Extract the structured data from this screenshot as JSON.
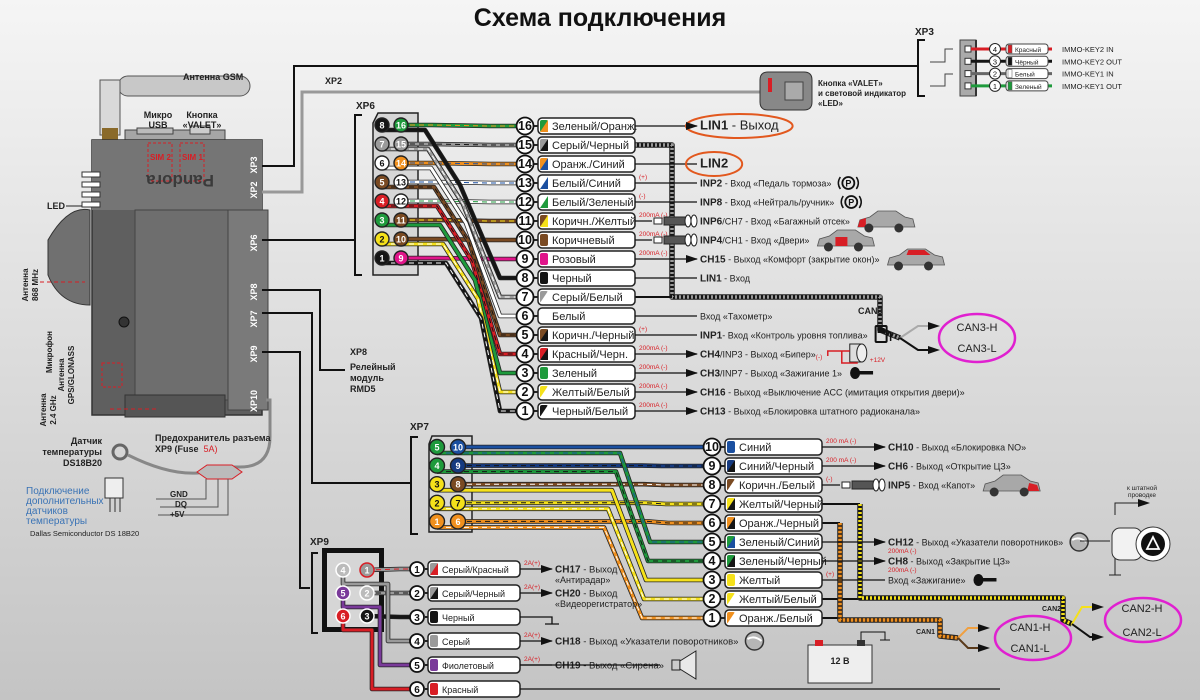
{
  "title": "Схема подключения",
  "device": {
    "gsm": "Антенна GSM",
    "usb": [
      "Микро",
      "USB"
    ],
    "valet": [
      "Кнопка",
      "«VALET»"
    ],
    "sim2": "SIM 2",
    "sim1": "SIM 1",
    "brand": "Pandora",
    "xp3": "XP3",
    "xp2": "XP2",
    "xp6": "XP6",
    "xp8": "XP8",
    "xp7": "XP7",
    "xp9": "XP9",
    "xp10": "XP10",
    "led": "LED",
    "ant868": [
      "Антенна",
      "868 MHz"
    ],
    "mic": "Микрофон",
    "gps": [
      "Антенна",
      "GPS/GLONASS"
    ],
    "ant24": [
      "Антенна",
      "2.4 GHz"
    ],
    "temp_sensor": [
      "Датчик",
      "температуры",
      "DS18B20"
    ],
    "fuse": [
      "Предохранитель разъема",
      "XP9 (Fuse",
      "5A)"
    ],
    "extra_sensors": [
      "Подключение",
      "дополнительных",
      "датчиков",
      "температуры"
    ],
    "dallas": "Dallas Semiconductor  DS 18B20",
    "gnd": "GND",
    "dq": "DQ",
    "v5": "+5V"
  },
  "xp2_label": "XP2",
  "valet_unit": [
    "Кнопка «VALET»",
    "и световой индикатор",
    "«LED»"
  ],
  "xp8": {
    "label": "XP8",
    "module": [
      "Релейный",
      "модуль",
      "RMD5"
    ]
  },
  "xp3": {
    "label": "XP3",
    "rows": [
      {
        "n": 4,
        "label": "Красный",
        "c1": "#d81e25",
        "signal": "IMMO-KEY2 IN"
      },
      {
        "n": 3,
        "label": "Чёрный",
        "c1": "#151515",
        "signal": "IMMO-KEY2 OUT"
      },
      {
        "n": 2,
        "label": "Белый",
        "c1": "#ffffff",
        "signal": "IMMO-KEY1 IN"
      },
      {
        "n": 1,
        "label": "Зеленый",
        "c1": "#1e9a3c",
        "signal": "IMMO-KEY1 OUT"
      }
    ]
  },
  "xp6": {
    "label": "XP6",
    "rows": [
      {
        "n": 16,
        "label": "Зеленый/Оранж.",
        "c1": "#1e9a3c",
        "c2": "#f0901e",
        "code": "LIN1",
        "text": " - Выход",
        "arrow": true,
        "oval": "#e2581e"
      },
      {
        "n": 15,
        "label": "Серый/Черный",
        "c1": "#9a9a9a",
        "c2": "#151515",
        "can": "CAN3"
      },
      {
        "n": 14,
        "label": "Оранж./Синий",
        "c1": "#f0901e",
        "c2": "#1a4fa0",
        "code": "LIN2",
        "text": "",
        "oval": "#e2581e"
      },
      {
        "n": 13,
        "label": "Белый/Синий",
        "c1": "#ffffff",
        "c2": "#1a4fa0",
        "note": "(+)",
        "code": "INP2",
        "text": " - Вход «Педаль тормоза»",
        "icon": "brake"
      },
      {
        "n": 12,
        "label": "Белый/Зеленый",
        "c1": "#ffffff",
        "c2": "#1e9a3c",
        "note": "(-)",
        "code": "INP8",
        "text": " - Вход «Нейтраль/ручник»",
        "icon": "brake"
      },
      {
        "n": 11,
        "label": "Коричн./Желтый",
        "c1": "#7a4a22",
        "c2": "#f5e11a",
        "note": "200mA (-)",
        "code": "INP6",
        "text": "/CH7 - Вход «Багажный отсек»",
        "plug": true,
        "icon": "car-trunk"
      },
      {
        "n": 10,
        "label": "Коричневый",
        "c1": "#7a4a22",
        "note": "200mA (-)",
        "code": "INP4",
        "text": "/CH1 - Вход «Двери»",
        "plug": true,
        "icon": "car-door"
      },
      {
        "n": 9,
        "label": "Розовый",
        "c1": "#e0158a",
        "note": "200mA (-)",
        "code": "CH15",
        "text": " - Выход  «Комфорт (закрытие окон)»",
        "arrow": true,
        "icon": "car-windows"
      },
      {
        "n": 8,
        "label": "Черный",
        "c1": "#151515",
        "code": "LIN1",
        "text": " - Вход"
      },
      {
        "n": 7,
        "label": "Серый/Белый",
        "c1": "#9a9a9a",
        "c2": "#ffffff",
        "can": "CAN3"
      },
      {
        "n": 6,
        "label": "Белый",
        "c1": "#ffffff",
        "code": "",
        "text": "Вход «Тахометр»"
      },
      {
        "n": 5,
        "label": "Коричн./Черный",
        "c1": "#7a4a22",
        "c2": "#151515",
        "note": "(+)",
        "code": "INP1",
        "text": "- Вход «Контроль уровня топлива»",
        "icon": "fuel"
      },
      {
        "n": 4,
        "label": "Красный/Черн.",
        "c1": "#d81e25",
        "c2": "#151515",
        "note": "200mA (-)",
        "code": "CH4",
        "text": "/INP3 - Выход «Бипер»",
        "arrow": true,
        "icon": "beeper"
      },
      {
        "n": 3,
        "label": "Зеленый",
        "c1": "#1e9a3c",
        "note": "200mA (-)",
        "code": "CH3",
        "text": "/INP7 - Выход  «Зажигание 1»",
        "arrow": true,
        "icon": "key"
      },
      {
        "n": 2,
        "label": "Желтый/Белый",
        "c1": "#f5e11a",
        "c2": "#ffffff",
        "note": "200mA (-)",
        "code": "CH16",
        "text": " - Выход  «Выключение ACC (имитация открытия двери)»",
        "arrow": true
      },
      {
        "n": 1,
        "label": "Черный/Белый",
        "c1": "#151515",
        "c2": "#ffffff",
        "note": "200mA (-)",
        "code": "CH13",
        "text": " - Выход «Блокировка штатного радиоканала»",
        "arrow": true
      }
    ],
    "can3": {
      "label": "CAN3",
      "h": "CAN3-H",
      "l": "CAN3-L"
    },
    "beeper_minus": "(-)",
    "beeper_plus": "+12V"
  },
  "xp7": {
    "label": "XP7",
    "rows": [
      {
        "n": 10,
        "label": "Синий",
        "c1": "#1a4fa0",
        "note": "200 mA (-)",
        "code": "CH10",
        "text": " - Выход  «Блокировка NO»",
        "arrow": true
      },
      {
        "n": 9,
        "label": "Синий/Черный",
        "c1": "#153a80",
        "c2": "#151515",
        "note": "200 mA (-)",
        "code": "CH6",
        "text": " - Выход  «Открытие ЦЗ»",
        "arrow": true
      },
      {
        "n": 8,
        "label": "Коричн./Белый",
        "c1": "#7a4a22",
        "c2": "#ffffff",
        "note": "(-)",
        "code": "INP5",
        "text": " - Вход  «Капот»",
        "plug": true,
        "icon": "car-hood"
      },
      {
        "n": 7,
        "label": "Желтый/Черный",
        "c1": "#f5e11a",
        "c2": "#151515",
        "can": "CAN2"
      },
      {
        "n": 6,
        "label": "Оранж./Черный",
        "c1": "#f0901e",
        "c2": "#151515",
        "can": "CAN1"
      },
      {
        "n": 5,
        "label": "Зеленый/Синий",
        "c1": "#1e9a3c",
        "c2": "#1a4fa0",
        "note_below": "200mA (-)",
        "code": "CH12",
        "text": " - Выход  «Указатели поворотников»",
        "arrow": true,
        "icon": "turn-lamp"
      },
      {
        "n": 4,
        "label": "Зеленый/Черный",
        "c1": "#1e9a3c",
        "c2": "#151515",
        "note_below": "200mA (-)",
        "code": "CH8",
        "text": " - Выход  «Закрытие ЦЗ»",
        "arrow": true
      },
      {
        "n": 3,
        "label": "Желтый",
        "c1": "#f5e11a",
        "note": "(+)",
        "code": "",
        "text": "Вход «Зажигание»",
        "icon": "key"
      },
      {
        "n": 2,
        "label": "Желтый/Белый",
        "c1": "#f5e11a",
        "c2": "#ffffff",
        "can": "CAN2"
      },
      {
        "n": 1,
        "label": "Оранж./Белый",
        "c1": "#f0901e",
        "c2": "#ffffff",
        "can": "CAN1"
      }
    ],
    "can1": {
      "label": "CAN1",
      "h": "CAN1-H",
      "l": "CAN1-L"
    },
    "can2": {
      "label": "CAN2",
      "h": "CAN2-H",
      "l": "CAN2-L"
    },
    "hazard_note": [
      "к штатной",
      "проводке"
    ]
  },
  "xp9": {
    "label": "XP9",
    "rows": [
      {
        "n": 1,
        "label": "Серый/Красный",
        "c1": "#9a9a9a",
        "c2": "#d81e25",
        "note": "2A(+)",
        "code": "CH17",
        "text": " - Выход",
        "text2": "«Антирадар»",
        "arrow": true
      },
      {
        "n": 2,
        "label": "Серый/Черный",
        "c1": "#9a9a9a",
        "c2": "#151515",
        "note": "2A(+)",
        "code": "CH20",
        "text": " - Выход",
        "text2": "«Видеорегистратор»",
        "arrow": true
      },
      {
        "n": 3,
        "label": "Черный",
        "c1": "#151515",
        "ground": true
      },
      {
        "n": 4,
        "label": "Серый",
        "c1": "#9a9a9a",
        "note": "2A(+)",
        "code": "CH18",
        "text": " - Выход  «Указатели поворотников»",
        "arrow": true,
        "icon": "turn-lamp"
      },
      {
        "n": 5,
        "label": "Фиолетовый",
        "c1": "#7a3a9a",
        "note": "2A(+)",
        "code": "CH19",
        "text": " - Выход «Сирена»",
        "icon": "siren"
      },
      {
        "n": 6,
        "label": "Красный",
        "c1": "#d81e25",
        "battery": true
      }
    ],
    "battery_label": "12 В"
  },
  "colors": {
    "oval_can": "#e020d0",
    "oval_lin": "#e2581e",
    "note": "#d81e25",
    "body": "#6b6b6b"
  }
}
